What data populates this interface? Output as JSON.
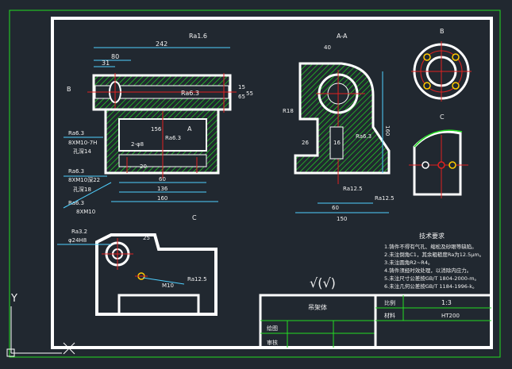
{
  "colors": {
    "background": "#212830",
    "border_outer": "#22dd22",
    "outline": "#ffffff",
    "hatch": "#22dd22",
    "centerline": "#e02020",
    "dimension": "#4fd0ff",
    "text": "#f2f2f2"
  },
  "ucs": {
    "y_label": "Y"
  },
  "front_view": {
    "dim_top_overall": "242",
    "dim_left_1": "80",
    "dim_left_2": "31",
    "roughness_top": "Ra1.6",
    "roughness_bore": "Ra6.3",
    "bore_label": "Ra6.3",
    "section_B": "B",
    "dim_vert_1": "15",
    "dim_vert_2": "65",
    "dim_vert_3": "55",
    "dim_156": "156",
    "section_A": "A",
    "roughness_mid": "Ra6.3",
    "hole_label": "2-φ8",
    "dim_20": "20",
    "dim_60": "60",
    "dim_136": "136",
    "dim_160": "160",
    "section_C": "C"
  },
  "left_notes": {
    "n1": "Ra6.3",
    "n2": "8XM10-7H",
    "n3": "孔深14",
    "n4": "Ra6.3",
    "n5": "8XM10深22",
    "n6": "孔深18",
    "n7": "Ra6.3",
    "n8": "8XM10"
  },
  "section_view": {
    "title": "A-A",
    "dim_40": "40",
    "dim_R18": "R18",
    "dim_26": "26",
    "dim_16": "16",
    "dim_150": "150",
    "dim_60": "60",
    "dim_160": "160",
    "roughness_1": "Ra12.5",
    "roughness_2": "Ra12.5",
    "roughness_3": "Ra6.3"
  },
  "view_B": {
    "label": "B"
  },
  "view_C": {
    "label": "C"
  },
  "bottom_view": {
    "hole_label": "φ24H8",
    "roughness_1": "Ra3.2",
    "roughness_2": "Ra12.5",
    "hole_note": "M10",
    "dim_25": "25"
  },
  "tech_requirements": {
    "title": "技术要求",
    "items": [
      "1.铸件不得有气孔、缩松及砂眼等缺陷。",
      "2.未注倒角C1，其余粗糙度Ra为12.5μm。",
      "3.未注圆角R2~R4。",
      "4.铸件须经时效处理，以消除内应力。",
      "5.未注尺寸公差按GB/T 1804-2000-m。",
      "6.未注几何公差按GB/T 1184-1996-k。"
    ]
  },
  "roughness_symbol": "√(√)",
  "title_block": {
    "part_name": "吊架体",
    "scale_label": "比例",
    "scale_value": "1:3",
    "material_label": "材料",
    "material_value": "HT200",
    "drawn_label": "绘图",
    "checked_label": "审核"
  }
}
